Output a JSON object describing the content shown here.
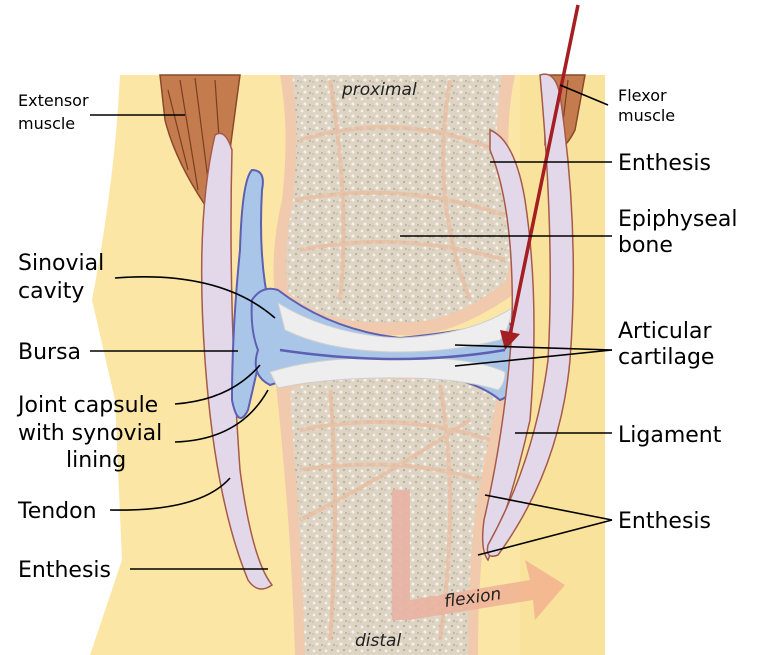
{
  "diagram": {
    "orientation": {
      "top": "proximal",
      "bottom": "distal",
      "movement": "flexion"
    },
    "labels": {
      "extensor_muscle": [
        "Extensor",
        "muscle"
      ],
      "flexor_muscle": [
        "Flexor",
        "muscle"
      ],
      "enthesis_top": "Enthesis",
      "epiphyseal_bone": [
        "Epiphyseal",
        "bone"
      ],
      "synovial_cavity": [
        "Sinovial",
        "cavity"
      ],
      "bursa": "Bursa",
      "articular_cartilage": [
        "Articular",
        "cartilage"
      ],
      "joint_capsule": [
        "Joint capsule",
        "with synovial",
        "lining"
      ],
      "ligament": "Ligament",
      "tendon": "Tendon",
      "enthesis_right": "Enthesis",
      "enthesis_left": "Enthesis"
    },
    "colors": {
      "fat": "#fbe6a6",
      "bone_outline": "#f1c9ad",
      "trabecular": "#d8cfc0",
      "cartilage": "#eeeeee",
      "muscle": "#c47b4d",
      "tendon": "#e2d8ea",
      "synovial": "#a9c6e8",
      "capsule_line": "#5d5fb2",
      "arrow": "#a51e22"
    }
  }
}
